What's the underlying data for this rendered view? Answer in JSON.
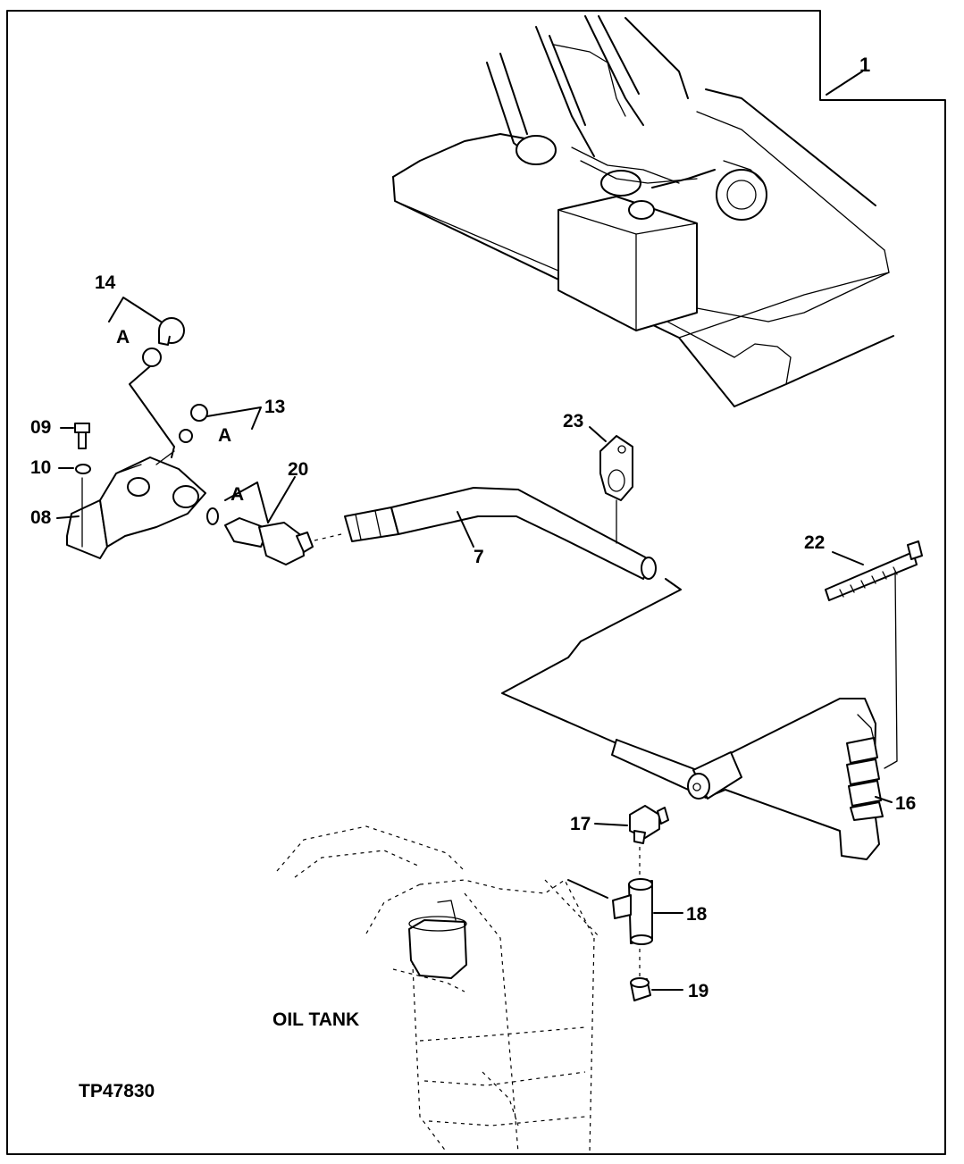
{
  "figure_id": "TP47830",
  "oil_tank_label": "OIL TANK",
  "callouts": {
    "c1": "1",
    "c7": "7",
    "c08": "08",
    "c09": "09",
    "c10": "10",
    "c13": "13",
    "c14": "14",
    "c16": "16",
    "c17": "17",
    "c18": "18",
    "c19": "19",
    "c20": "20",
    "c22": "22",
    "c23": "23"
  },
  "detail_letter": "A"
}
